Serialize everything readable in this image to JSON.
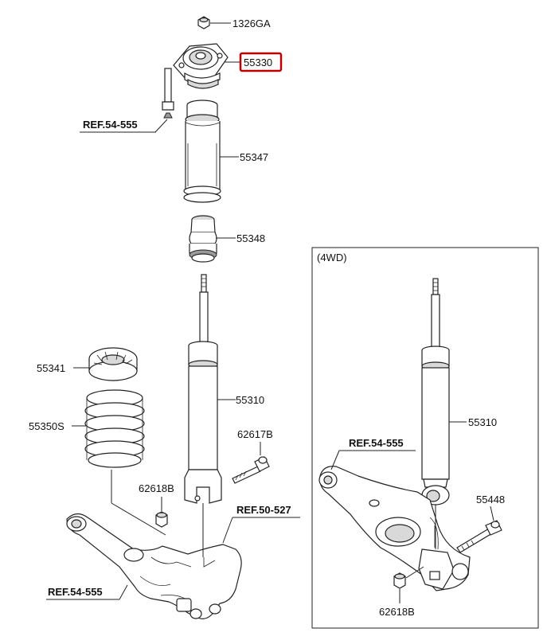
{
  "colors": {
    "highlight": "#c00000",
    "line": "#222222",
    "shade": "#d9d9d9"
  },
  "labels": {
    "top_nut": "1326GA",
    "top_mount": "55330",
    "dust_cover": "55347",
    "bump_stopper": "55348",
    "upper_pad": "55341",
    "coil_spring": "55350S",
    "shock_absorber": "55310",
    "bolt": "62617B",
    "nut": "62618B",
    "ref_upper": "REF.54-555",
    "ref_knuckle": "REF.50-527",
    "ref_lower": "REF.54-555"
  },
  "inset": {
    "title": "(4WD)",
    "shock_absorber": "55310",
    "ref_arm": "REF.54-555",
    "bolt": "55448",
    "nut": "62618B"
  }
}
